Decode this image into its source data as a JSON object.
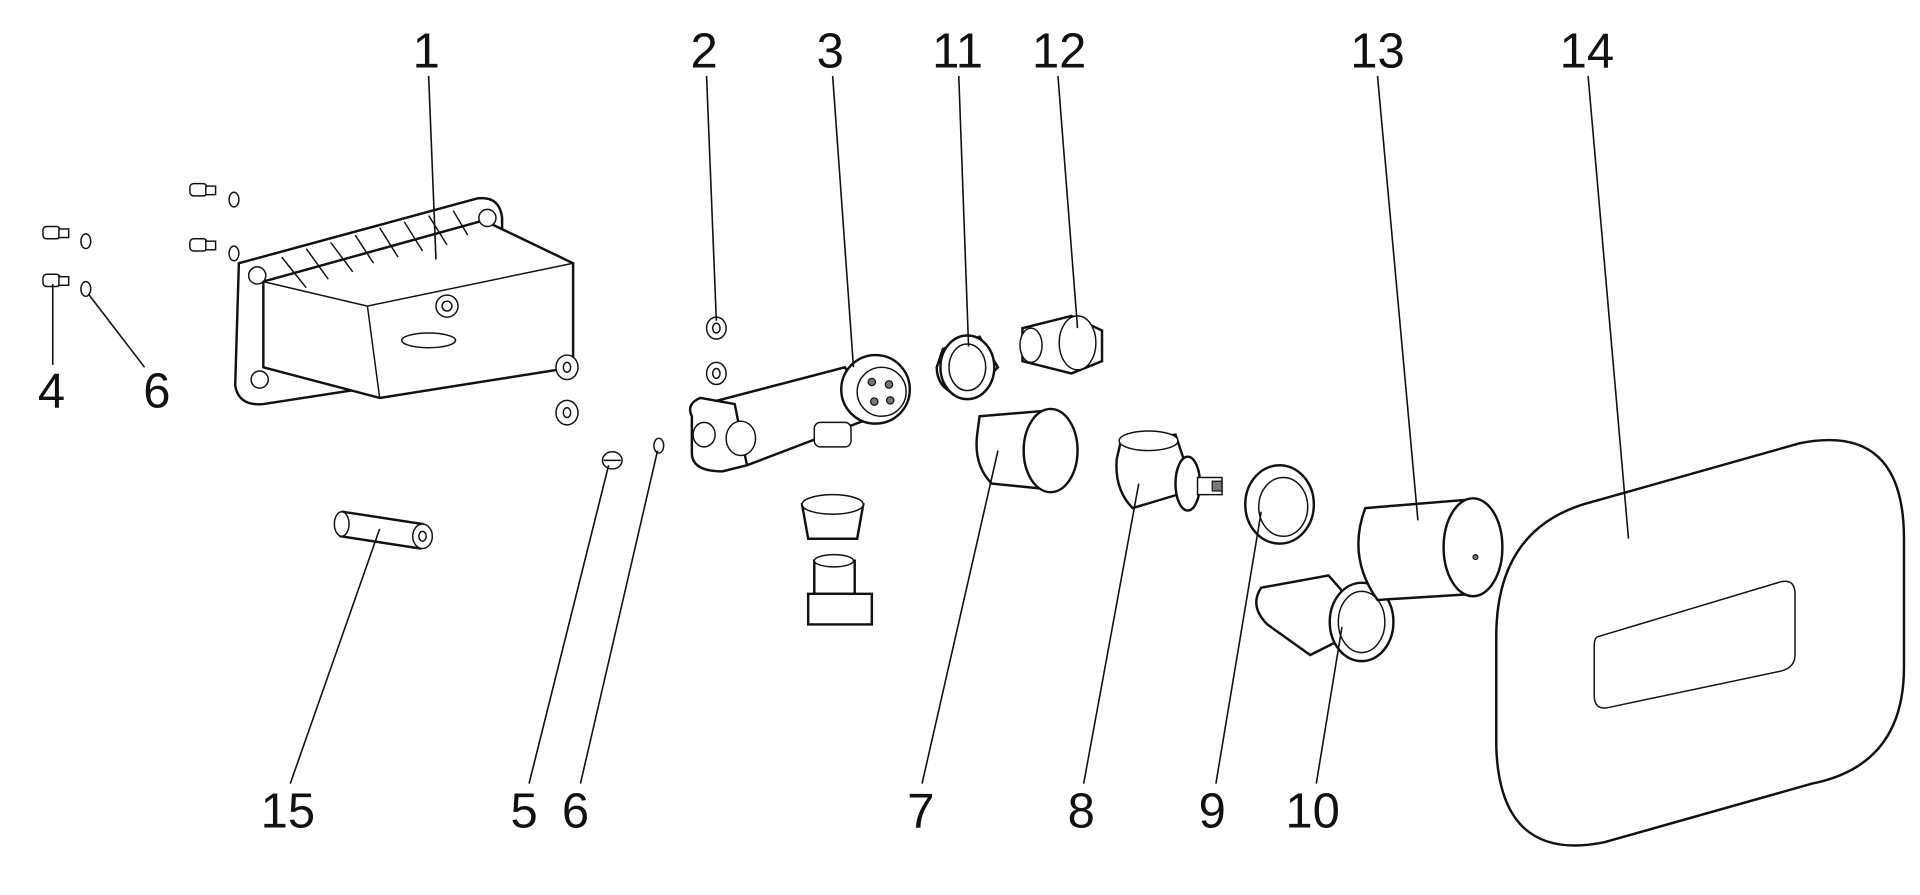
{
  "diagram": {
    "type": "exploded-parts-view",
    "callouts": [
      {
        "id": "label-1",
        "text": "1"
      },
      {
        "id": "label-2",
        "text": "2"
      },
      {
        "id": "label-3",
        "text": "3"
      },
      {
        "id": "label-11",
        "text": "11"
      },
      {
        "id": "label-12",
        "text": "12"
      },
      {
        "id": "label-13",
        "text": "13"
      },
      {
        "id": "label-14",
        "text": "14"
      },
      {
        "id": "label-4",
        "text": "4"
      },
      {
        "id": "label-6a",
        "text": "6"
      },
      {
        "id": "label-15",
        "text": "15"
      },
      {
        "id": "label-5",
        "text": "5"
      },
      {
        "id": "label-6b",
        "text": "6"
      },
      {
        "id": "label-7",
        "text": "7"
      },
      {
        "id": "label-8",
        "text": "8"
      },
      {
        "id": "label-9",
        "text": "9"
      },
      {
        "id": "label-10",
        "text": "10"
      }
    ]
  }
}
